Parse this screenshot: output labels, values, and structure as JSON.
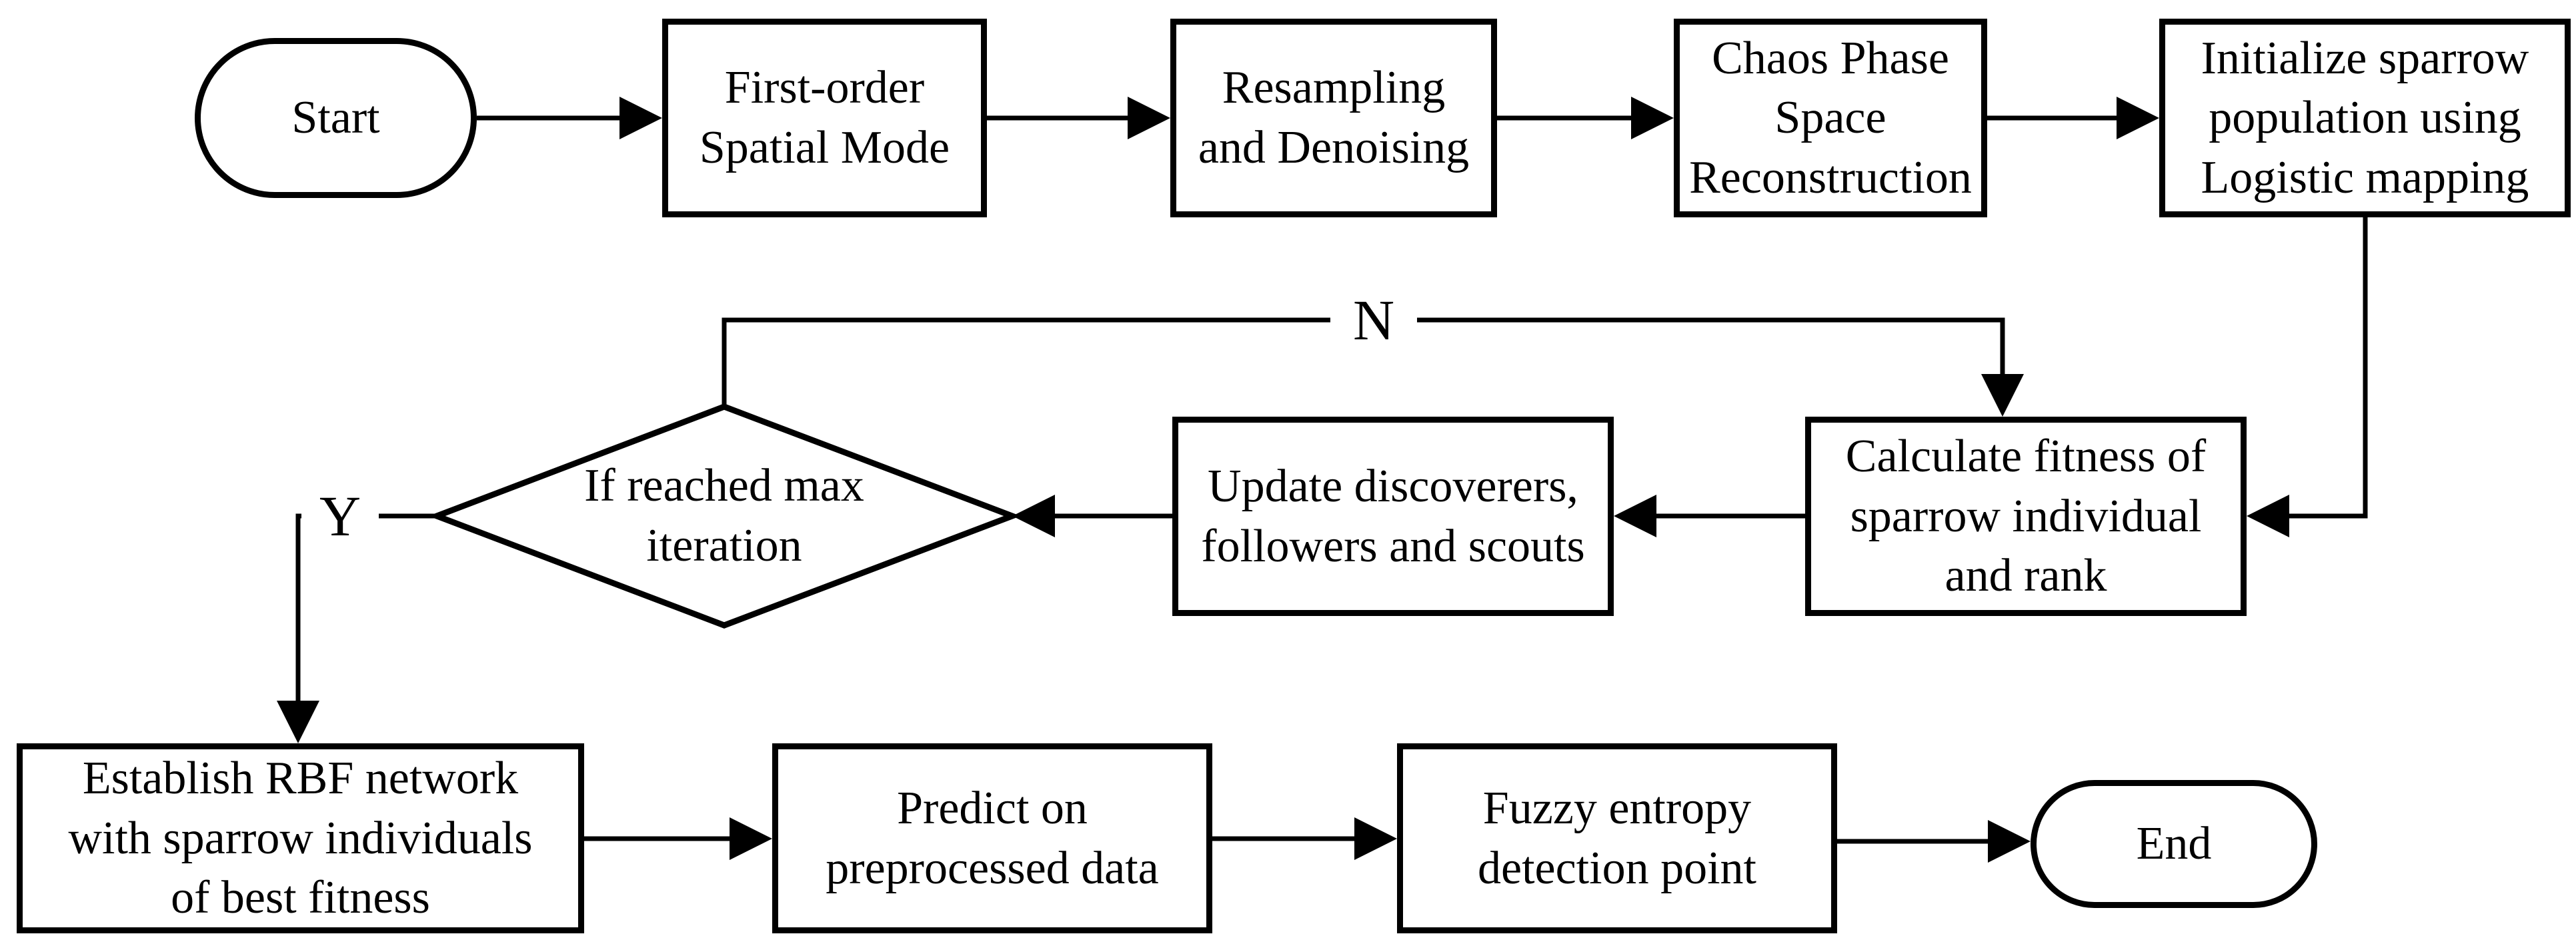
{
  "diagram": {
    "description": "Flowchart of a sparrow-search-optimized RBF prediction process",
    "colors": {
      "background": "#ffffff",
      "line": "#000000",
      "text": "#000000"
    },
    "nodes": {
      "start": {
        "type": "terminator",
        "label": "Start"
      },
      "spatial_mode": {
        "type": "process",
        "label": "First-order\nSpatial Mode"
      },
      "resampling": {
        "type": "process",
        "label": "Resampling\nand Denoising"
      },
      "chaos_psr": {
        "type": "process",
        "label": "Chaos Phase\nSpace\nReconstruction"
      },
      "init_population": {
        "type": "process",
        "label": "Initialize sparrow\npopulation using\nLogistic mapping"
      },
      "calc_fitness": {
        "type": "process",
        "label": "Calculate fitness of\nsparrow individual\nand rank"
      },
      "update_roles": {
        "type": "process",
        "label": "Update discoverers,\nfollowers and scouts"
      },
      "max_iteration": {
        "type": "decision",
        "label": "If reached max\niteration"
      },
      "establish_rbf": {
        "type": "process",
        "label": "Establish RBF network\nwith sparrow individuals\nof best fitness"
      },
      "predict": {
        "type": "process",
        "label": "Predict on\npreprocessed data"
      },
      "fuzzy_entropy": {
        "type": "process",
        "label": "Fuzzy entropy\ndetection point"
      },
      "end": {
        "type": "terminator",
        "label": "End"
      }
    },
    "edge_labels": {
      "no_branch": "N",
      "yes_branch": "Y"
    },
    "edges": [
      {
        "from": "start",
        "to": "spatial_mode"
      },
      {
        "from": "spatial_mode",
        "to": "resampling"
      },
      {
        "from": "resampling",
        "to": "chaos_psr"
      },
      {
        "from": "chaos_psr",
        "to": "init_population"
      },
      {
        "from": "init_population",
        "to": "calc_fitness"
      },
      {
        "from": "calc_fitness",
        "to": "update_roles"
      },
      {
        "from": "update_roles",
        "to": "max_iteration"
      },
      {
        "from": "max_iteration",
        "to": "calc_fitness",
        "label": "N"
      },
      {
        "from": "max_iteration",
        "to": "establish_rbf",
        "label": "Y"
      },
      {
        "from": "establish_rbf",
        "to": "predict"
      },
      {
        "from": "predict",
        "to": "fuzzy_entropy"
      },
      {
        "from": "fuzzy_entropy",
        "to": "end"
      }
    ]
  }
}
